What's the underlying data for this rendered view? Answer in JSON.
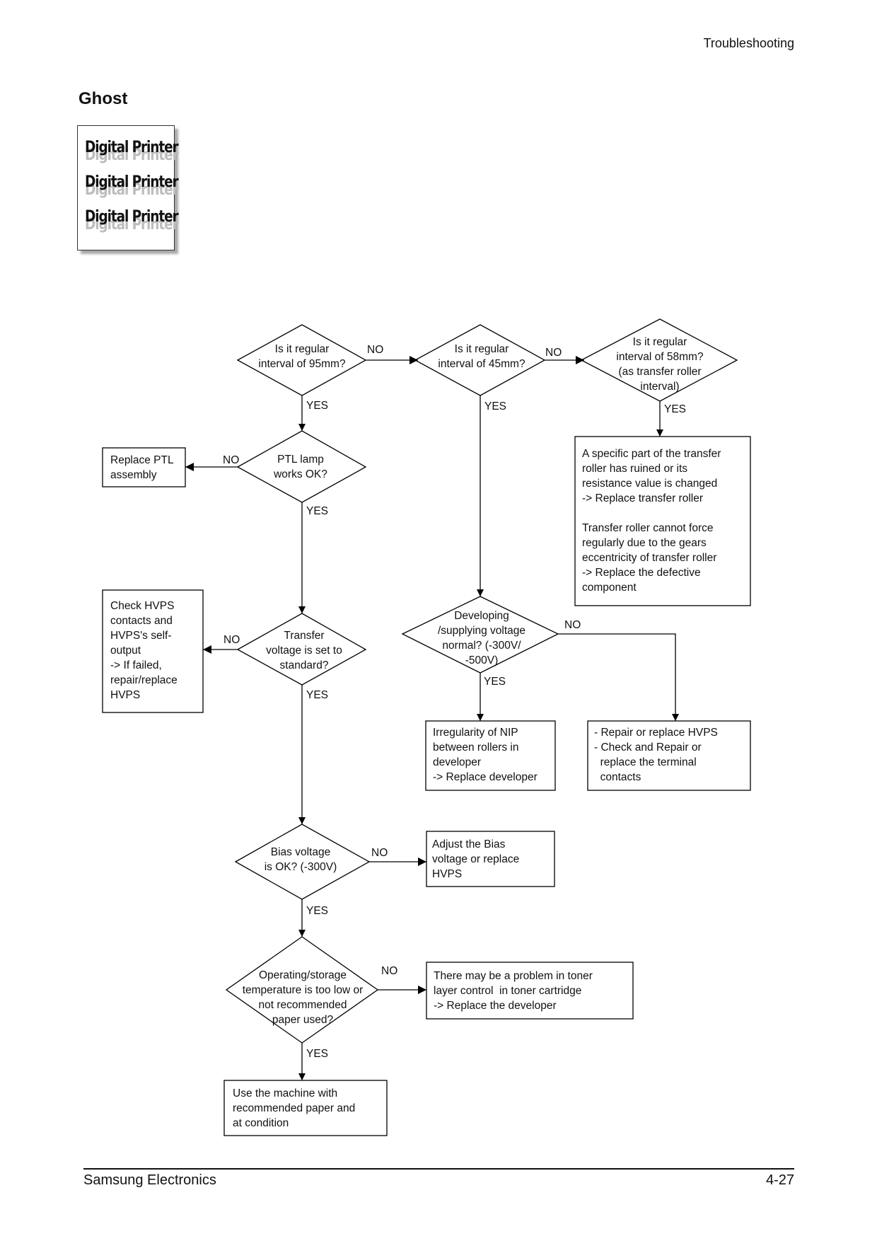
{
  "header": {
    "section": "Troubleshooting"
  },
  "page": {
    "title": "Ghost"
  },
  "sample_image": {
    "lines": [
      "Digital Printer",
      "Digital Printer",
      "Digital Printer"
    ]
  },
  "flowchart": {
    "labels": {
      "yes": "YES",
      "no": "NO"
    },
    "q95": [
      "Is it regular",
      "interval of 95mm?"
    ],
    "q45": [
      "Is it regular",
      "interval of 45mm?"
    ],
    "q58": [
      "Is it regular",
      "interval of 58mm?",
      "(as transfer roller",
      "interval)"
    ],
    "r58": [
      "A specific part of the transfer",
      "roller has ruined or its",
      "resistance value is changed",
      "-> Replace transfer roller",
      "",
      "Transfer roller cannot force",
      "regularly due to the gears",
      "eccentricity of transfer roller",
      "-> Replace the defective",
      "component"
    ],
    "qptl": [
      "PTL lamp",
      "works OK?"
    ],
    "rptl": [
      "Replace PTL",
      "assembly"
    ],
    "qtransfer": [
      "Transfer",
      "voltage is set to",
      "standard?"
    ],
    "rhvps": [
      "Check HVPS",
      "contacts and",
      "HVPS's self-",
      "output",
      "-> If failed,",
      "repair/replace",
      "HVPS"
    ],
    "qdev": [
      "Developing",
      "/supplying voltage",
      "normal? (-300V/",
      "-500V)"
    ],
    "rnip": [
      "Irregularity of NIP",
      "between rollers in",
      "developer",
      "-> Replace developer"
    ],
    "rrepair": [
      "- Repair or replace HVPS",
      "- Check and Repair or",
      "  replace the terminal",
      "  contacts"
    ],
    "qbias": [
      "Bias voltage",
      "is OK? (-300V)"
    ],
    "rbias": [
      "Adjust the Bias",
      "voltage or replace",
      "HVPS"
    ],
    "qtemp": [
      "Operating/storage",
      "temperature is too low or",
      "not recommended",
      "paper used?"
    ],
    "rtoner": [
      "There may be a problem in toner",
      "layer control  in toner cartridge",
      "-> Replace the developer"
    ],
    "rfinal": [
      "Use the machine with",
      "recommended paper and",
      "at condition"
    ]
  },
  "footer": {
    "company": "Samsung Electronics",
    "page_number": "4-27"
  }
}
